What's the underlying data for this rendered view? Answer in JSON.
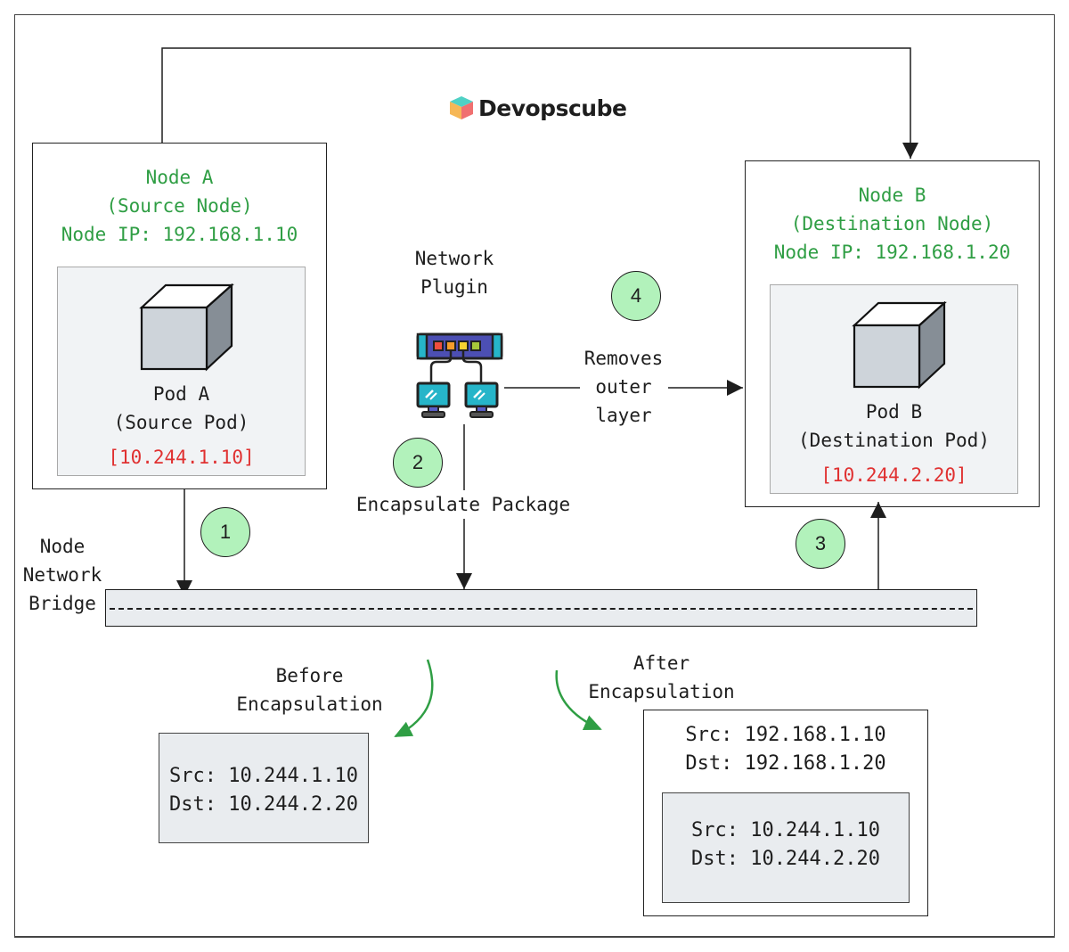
{
  "logo": {
    "text": "Devopscube"
  },
  "node_a": {
    "title": "Node A",
    "role": "(Source Node)",
    "ip_line": "Node IP: 192.168.1.10",
    "pod": {
      "name": "Pod A",
      "role": "(Source Pod)",
      "ip": "[10.244.1.10]"
    }
  },
  "node_b": {
    "title": "Node B",
    "role": "(Destination Node)",
    "ip_line": "Node IP: 192.168.1.20",
    "pod": {
      "name": "Pod B",
      "role": "(Destination Pod)",
      "ip": "[10.244.2.20]"
    }
  },
  "plugin": {
    "line1": "Network",
    "line2": "Plugin"
  },
  "steps": [
    {
      "number": "1"
    },
    {
      "number": "2",
      "label": "Encapsulate Package"
    },
    {
      "number": "3"
    },
    {
      "number": "4",
      "label_lines": [
        "Removes",
        "outer",
        "layer"
      ]
    }
  ],
  "bridge": {
    "label_lines": [
      "Node",
      "Network",
      "Bridge"
    ]
  },
  "before": {
    "title_lines": [
      "Before",
      "Encapsulation"
    ],
    "src": "Src: 10.244.1.10",
    "dst": "Dst: 10.244.2.20"
  },
  "after": {
    "title_lines": [
      "After",
      "Encapsulation"
    ],
    "outer_src": "Src: 192.168.1.10",
    "outer_dst": "Dst: 192.168.1.20",
    "inner_src": "Src: 10.244.1.10",
    "inner_dst": "Dst: 10.244.2.20"
  },
  "colors": {
    "node_text": "#2f9e44",
    "pod_ip": "#e03131",
    "badge_fill": "#b2f2bb",
    "arrow_green": "#2f9e44"
  }
}
